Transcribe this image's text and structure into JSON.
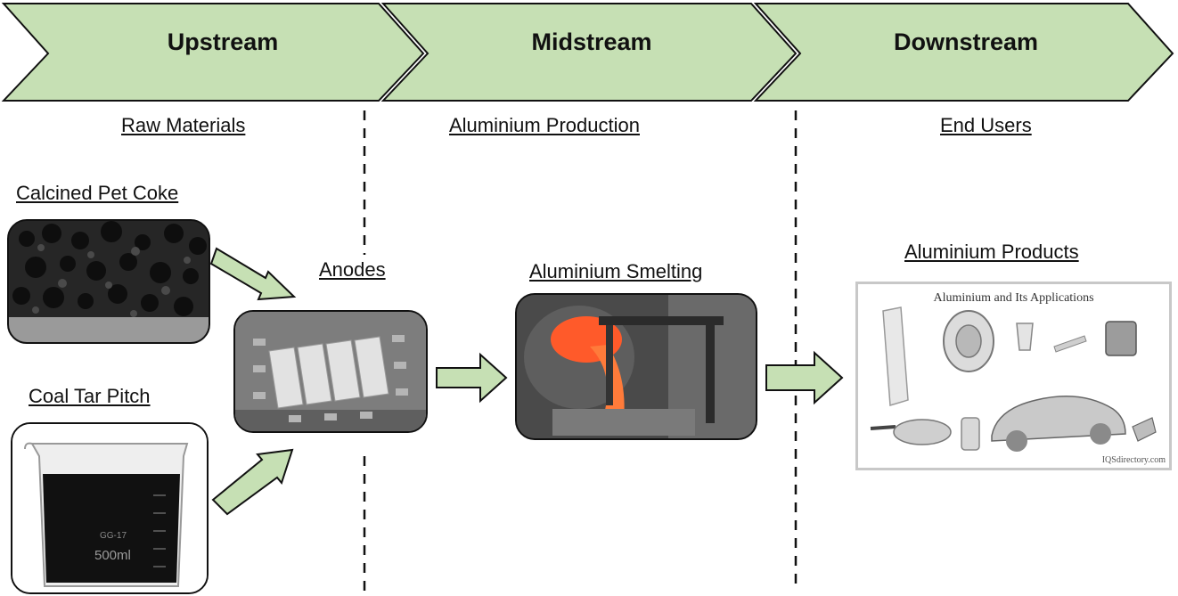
{
  "stages": {
    "upstream": "Upstream",
    "midstream": "Midstream",
    "downstream": "Downstream"
  },
  "sections": {
    "raw_materials": "Raw Materials",
    "aluminium_production": "Aluminium Production",
    "end_users": "End Users"
  },
  "nodes": {
    "calcined_pet_coke": "Calcined Pet Coke",
    "coal_tar_pitch": "Coal Tar Pitch",
    "anodes": "Anodes",
    "aluminium_smelting": "Aluminium Smelting",
    "aluminium_products": "Aluminium Products"
  },
  "products_image": {
    "title": "Aluminium and Its Applications",
    "watermark": "IQSdirectory.com"
  },
  "beaker": {
    "mark_top": "GG-17",
    "volume": "500ml"
  },
  "colors": {
    "chevron_fill": "#c6e0b4",
    "arrow_fill": "#c6e0b4",
    "outline": "#111111"
  }
}
